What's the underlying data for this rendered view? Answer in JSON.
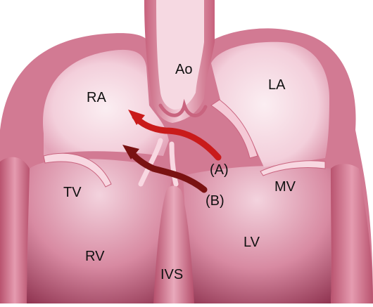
{
  "labels": {
    "aorta": "Ao",
    "right_atrium": "RA",
    "left_atrium": "LA",
    "tricuspid_valve": "TV",
    "mitral_valve": "MV",
    "right_ventricle": "RV",
    "left_ventricle": "LV",
    "interventricular_septum": "IVS",
    "arrow_a": "(A)",
    "arrow_b": "(B)"
  },
  "colors": {
    "wall_outer": "#c9647f",
    "wall_mid": "#e9a4b8",
    "chamber_light": "#f7dde6",
    "chamber_dark": "#8a2f4a",
    "arrow_a": "#c91b1b",
    "arrow_b": "#7a1212"
  }
}
